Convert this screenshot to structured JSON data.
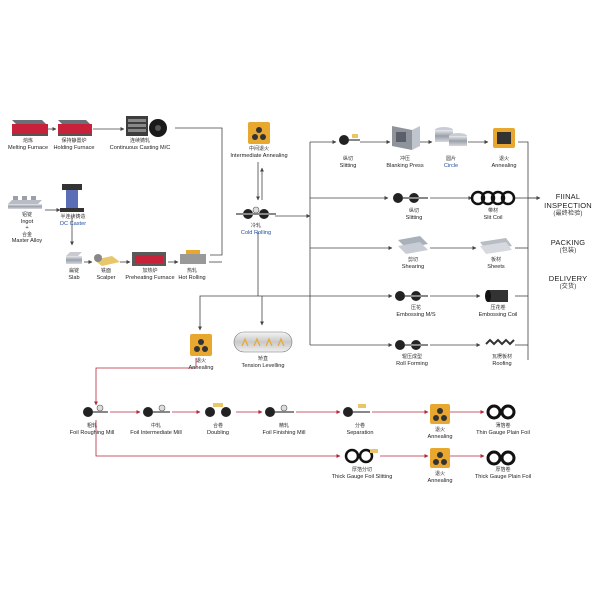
{
  "steps": {
    "melting": {
      "zh": "熔炼",
      "en": "Melting Furnace"
    },
    "holding": {
      "zh": "保持静置炉",
      "en": "Holding Furnace"
    },
    "casting": {
      "zh": "连续铸轧",
      "en": "Continuous Casting M/C"
    },
    "ingot": {
      "zh": "铝锭",
      "en1": "Ingot",
      "plus": "+",
      "zh2": "合金",
      "en2": "Master Alloy"
    },
    "dc": {
      "zh": "半连续铸造",
      "en": "DC Caster"
    },
    "slab": {
      "zh": "扁锭",
      "en": "Slab"
    },
    "scalper": {
      "zh": "铣面",
      "en": "Scalper"
    },
    "preheat": {
      "zh": "加热炉",
      "en": "Preheating Furnace"
    },
    "hotroll": {
      "zh": "热轧",
      "en": "Hot Rolling"
    },
    "intanneal": {
      "zh": "中间退火",
      "en": "Intermediate Annealing"
    },
    "coldroll": {
      "zh": "冷轧",
      "en": "Cold Rolling"
    },
    "slitting1": {
      "zh": "纵切",
      "en": "Slitting"
    },
    "blanking": {
      "zh": "冲压",
      "en": "Blanking Press"
    },
    "circle": {
      "zh": "圆片",
      "en": "Circle"
    },
    "annealing1": {
      "zh": "退火",
      "en": "Annealing"
    },
    "slitting2": {
      "zh": "纵切",
      "en": "Slitting"
    },
    "slitcoil": {
      "zh": "带材",
      "en": "Slit Coil"
    },
    "shearing": {
      "zh": "剪切",
      "en": "Shearing"
    },
    "sheets": {
      "zh": "板材",
      "en": "Sheets"
    },
    "embossing": {
      "zh": "压花",
      "en": "Embossing M/S"
    },
    "embcoil": {
      "zh": "压花卷",
      "en": "Embossing Coil"
    },
    "rollform": {
      "zh": "辊压成型",
      "en": "Roll Forming"
    },
    "roofing": {
      "zh": "瓦楞板材",
      "en": "Roofing"
    },
    "annealing2": {
      "zh": "退火",
      "en": "Annealing"
    },
    "tension": {
      "zh": "矫直",
      "en": "Tension Levelling"
    },
    "foilrough": {
      "zh": "粗轧",
      "en": "Foil Roughing Mill"
    },
    "foilinter": {
      "zh": "中轧",
      "en": "Foil Intermediate Mill"
    },
    "doubling": {
      "zh": "合卷",
      "en": "Doubling"
    },
    "foilfinish": {
      "zh": "精轧",
      "en": "Foil Finishing Mill"
    },
    "separation": {
      "zh": "分卷",
      "en": "Separation"
    },
    "annealing3": {
      "zh": "退火",
      "en": "Annealing"
    },
    "thinfoil": {
      "zh": "薄箔卷",
      "en": "Thin Gauge Plain Foil"
    },
    "thickslit": {
      "zh": "厚箔分切",
      "en": "Thick Gauge Foil Slitting"
    },
    "annealing4": {
      "zh": "退火",
      "en": "Annealing"
    },
    "thickfoil": {
      "zh": "厚箔卷",
      "en": "Thick Gauge Plain Foil"
    }
  },
  "final": {
    "inspection_en1": "FIINAL",
    "inspection_en2": "INSPECTION",
    "inspection_zh": "(最终检验)",
    "packing_en": "PACKING",
    "packing_zh": "(包装)",
    "delivery_en": "DELIVERY",
    "delivery_zh": "(交货)"
  },
  "colors": {
    "line": "#444444",
    "foil_line": "#b5263a",
    "furnace_red": "#c8213a",
    "anneal_yellow": "#e8a830",
    "coil_dark": "#1a1a1a",
    "label_blue": "#1f4fa0"
  }
}
